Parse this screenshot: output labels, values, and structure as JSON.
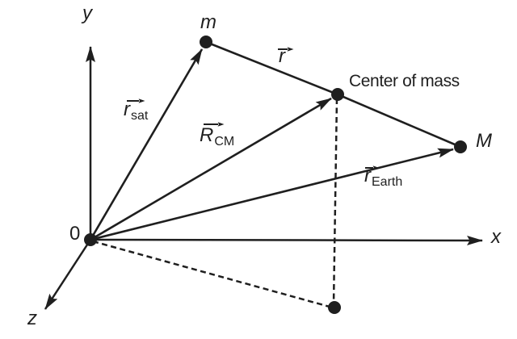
{
  "figure": {
    "background": "#ffffff",
    "ink_color": "#1f1f1f",
    "axes": {
      "x_label": "x",
      "y_label": "y",
      "z_label": "z",
      "origin_label": "0"
    },
    "points": {
      "satellite": {
        "label": "m"
      },
      "earth": {
        "label": "M"
      },
      "center_of_mass": {
        "label": "Center of mass"
      }
    },
    "vectors": {
      "r_sat": {
        "main": "r",
        "sub": "sat"
      },
      "R_CM": {
        "main": "R",
        "sub": "CM"
      },
      "r": {
        "main": "r",
        "sub": ""
      },
      "r_Earth": {
        "main": "r",
        "sub": "Earth"
      }
    },
    "icons": {
      "vector_hat_arrow": "→",
      "axis_arrowhead": "solid-triangle"
    }
  }
}
